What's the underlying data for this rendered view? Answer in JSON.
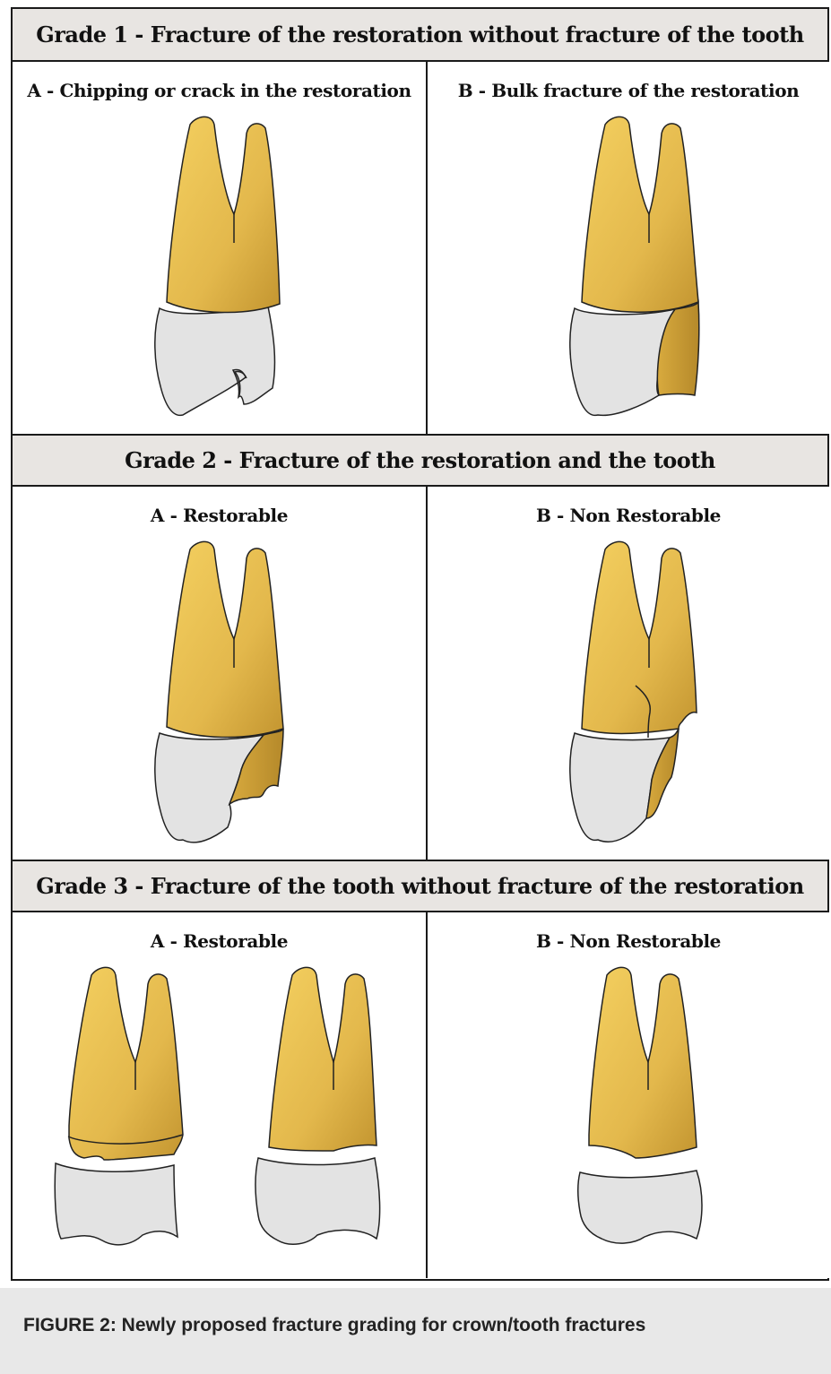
{
  "grades": [
    {
      "title": "Grade 1 -  Fracture of the restoration without fracture of the tooth",
      "panels": [
        {
          "label": "A - Chipping or crack in the restoration",
          "icon": "tooth-crack-icon"
        },
        {
          "label": "B - Bulk fracture of the restoration",
          "icon": "tooth-bulk-fracture-icon"
        }
      ]
    },
    {
      "title": "Grade 2 -  Fracture of the restoration and the tooth",
      "panels": [
        {
          "label": "A -  Restorable",
          "icon": "tooth-restorable-fracture-icon"
        },
        {
          "label": "B -  Non Restorable",
          "icon": "tooth-nonrestorable-fracture-icon"
        }
      ]
    },
    {
      "title": "Grade 3 -  Fracture of the tooth without fracture of the restoration",
      "panels": [
        {
          "label": "A -  Restorable",
          "icon": "tooth-separated-restorable-icon"
        },
        {
          "label": "B -  Non Restorable",
          "icon": "tooth-separated-nonrestorable-icon"
        }
      ]
    }
  ],
  "colors": {
    "restoration": "#e8bf52",
    "restoration_shadow": "#c99a30",
    "tooth": "#e3e3e3",
    "band": "#e8e5e2",
    "caption_bg": "#e8e8e8"
  },
  "caption": "FIGURE 2: Newly proposed fracture grading for crown/tooth fractures"
}
